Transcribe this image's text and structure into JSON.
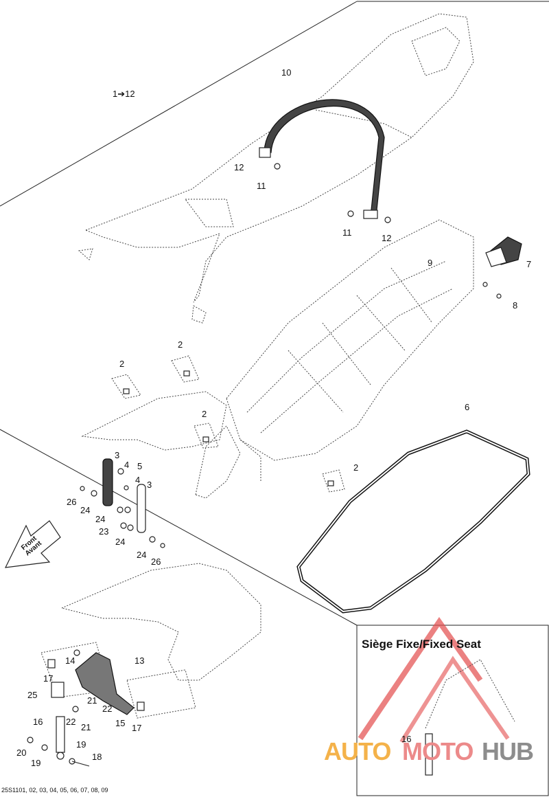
{
  "callouts": [
    {
      "id": "c-1-12",
      "text": "1➔12"
    },
    {
      "id": "c-10",
      "text": "10"
    },
    {
      "id": "c-12a",
      "text": "12"
    },
    {
      "id": "c-11a",
      "text": "11"
    },
    {
      "id": "c-11b",
      "text": "11"
    },
    {
      "id": "c-12b",
      "text": "12"
    },
    {
      "id": "c-9",
      "text": "9"
    },
    {
      "id": "c-7",
      "text": "7"
    },
    {
      "id": "c-8",
      "text": "8"
    },
    {
      "id": "c-2a",
      "text": "2"
    },
    {
      "id": "c-2b",
      "text": "2"
    },
    {
      "id": "c-2c",
      "text": "2"
    },
    {
      "id": "c-2d",
      "text": "2"
    },
    {
      "id": "c-6",
      "text": "6"
    },
    {
      "id": "c-3a",
      "text": "3"
    },
    {
      "id": "c-3b",
      "text": "3"
    },
    {
      "id": "c-4a",
      "text": "4"
    },
    {
      "id": "c-4b",
      "text": "4"
    },
    {
      "id": "c-5",
      "text": "5"
    },
    {
      "id": "c-26a",
      "text": "26"
    },
    {
      "id": "c-24a",
      "text": "24"
    },
    {
      "id": "c-24b",
      "text": "24"
    },
    {
      "id": "c-23",
      "text": "23"
    },
    {
      "id": "c-24c",
      "text": "24"
    },
    {
      "id": "c-24d",
      "text": "24"
    },
    {
      "id": "c-26b",
      "text": "26"
    },
    {
      "id": "c-14",
      "text": "14"
    },
    {
      "id": "c-13",
      "text": "13"
    },
    {
      "id": "c-17a",
      "text": "17"
    },
    {
      "id": "c-25",
      "text": "25"
    },
    {
      "id": "c-21a",
      "text": "21"
    },
    {
      "id": "c-22a",
      "text": "22"
    },
    {
      "id": "c-22b",
      "text": "22"
    },
    {
      "id": "c-21b",
      "text": "21"
    },
    {
      "id": "c-15",
      "text": "15"
    },
    {
      "id": "c-17b",
      "text": "17"
    },
    {
      "id": "c-16a",
      "text": "16"
    },
    {
      "id": "c-20",
      "text": "20"
    },
    {
      "id": "c-19a",
      "text": "19"
    },
    {
      "id": "c-19b",
      "text": "19"
    },
    {
      "id": "c-18",
      "text": "18"
    },
    {
      "id": "c-16b",
      "text": "16"
    }
  ],
  "front_label": {
    "line1": "Front",
    "line2": "Avant"
  },
  "inset": {
    "title": "Siège Fixe/Fixed Seat"
  },
  "footer": {
    "code": "25S1101, 02, 03, 04, 05, 06, 07, 08, 09"
  },
  "watermark": {
    "auto": "AUTO",
    "moto": "MOTO",
    "hub": "HUB",
    "color_auto": "#f4b24a",
    "color_moto": "#ec8a8a",
    "color_hub": "#8d8d8d"
  }
}
